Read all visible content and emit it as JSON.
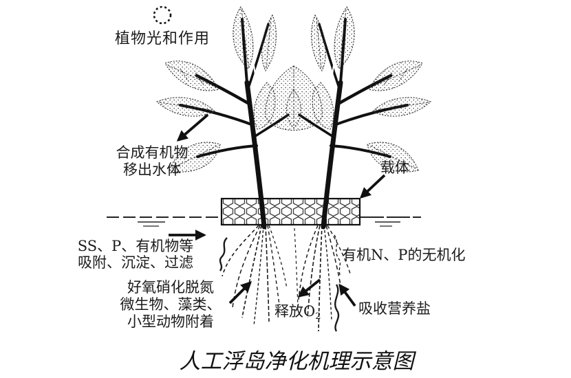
{
  "page": {
    "background": "#ffffff",
    "ink": "#1a1a1a"
  },
  "diagram": {
    "title": "人工浮岛净化机理示意图",
    "labels": {
      "photosynthesis": "植物光和作用",
      "synthesize": {
        "line1": "合成有机物",
        "line2": "移出水体"
      },
      "carrier": "载体",
      "adsorption": {
        "line1": "SS、P、有机物等",
        "line2": "吸附、沉淀、过滤"
      },
      "biofilm": {
        "line1": "好氧硝化脱氮",
        "line2": "微生物、藻类、",
        "line3": "小型动物附着"
      },
      "mineralization": "有机N、P的无机化",
      "release_oxygen": {
        "text": "释放O",
        "subscript": "2"
      },
      "absorb_nutrients": "吸收营养盐"
    },
    "icons": {
      "sun": "sun-icon"
    }
  }
}
